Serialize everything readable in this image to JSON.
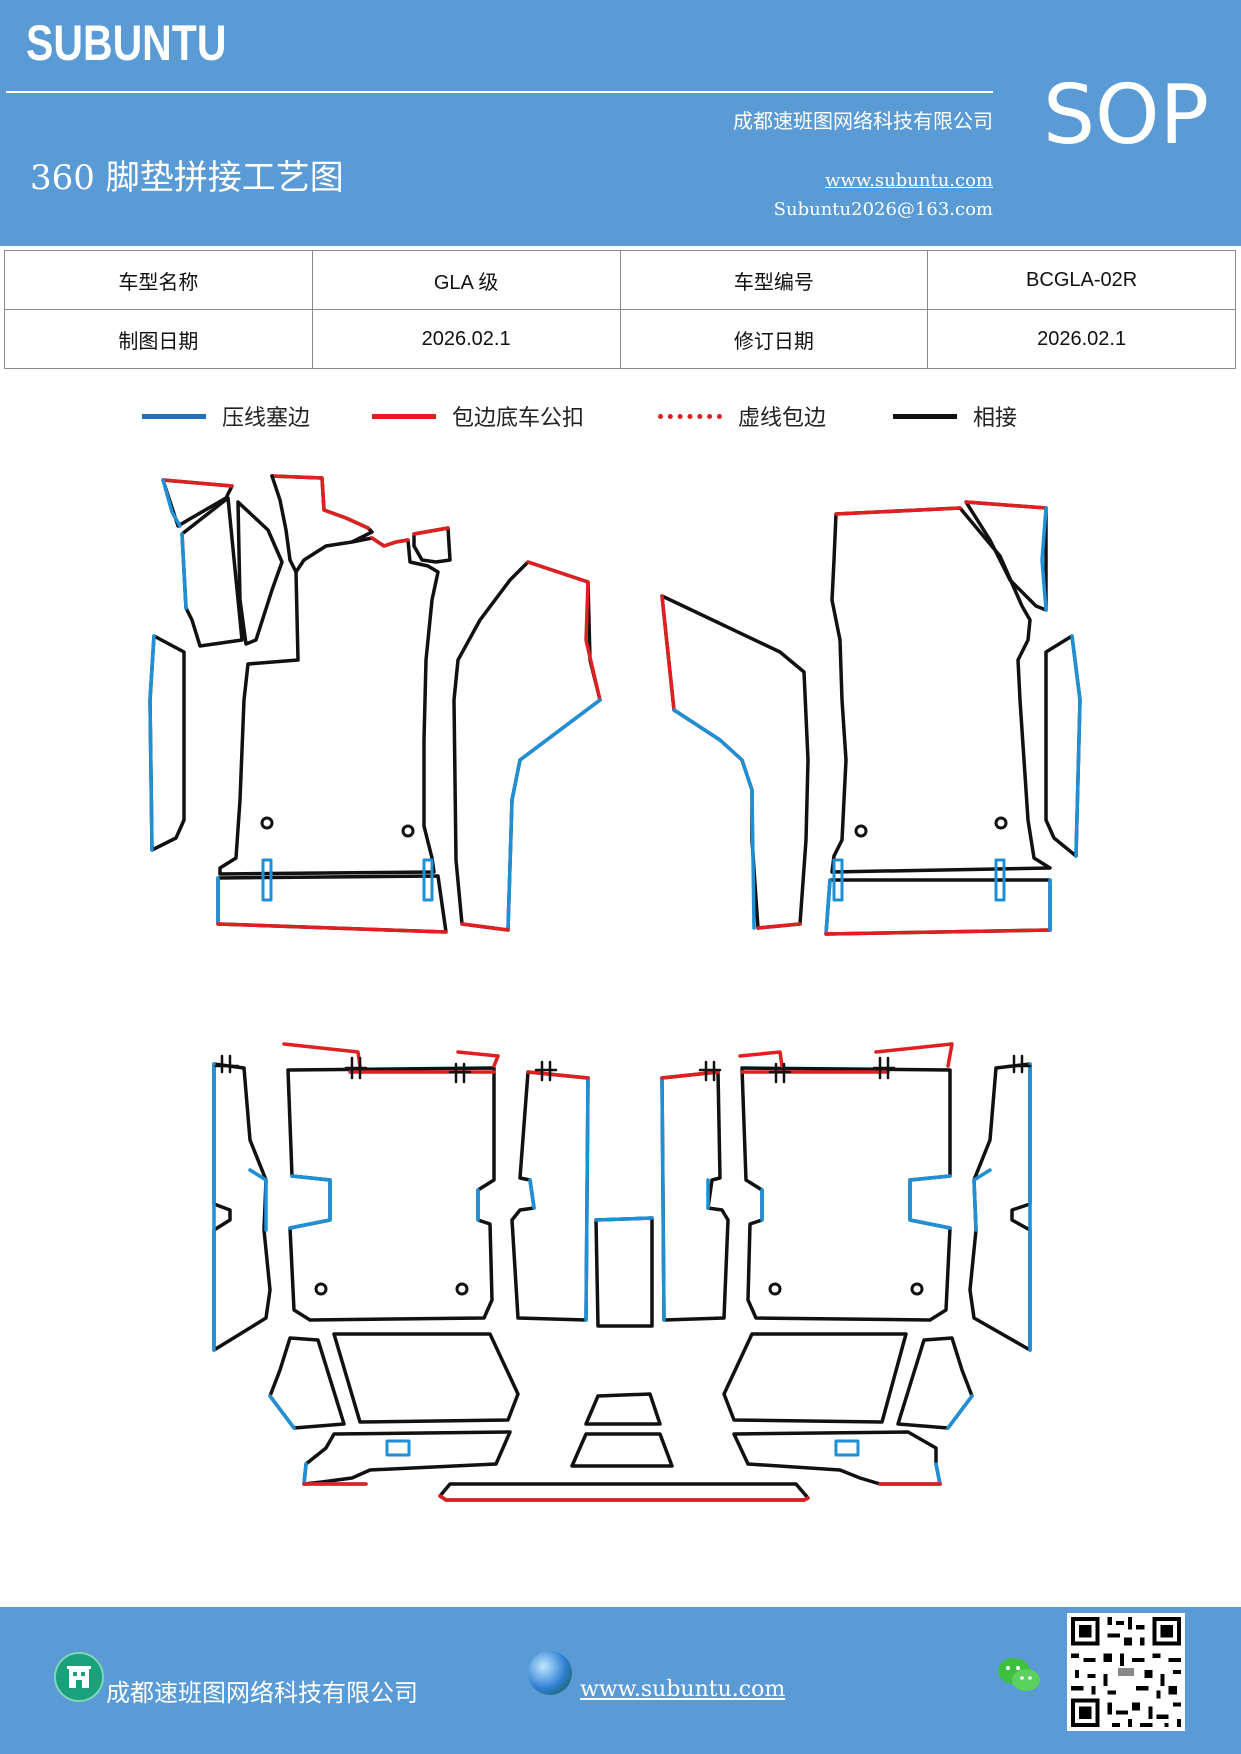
{
  "header": {
    "brand": "SUBUNTU",
    "company": "成都速班图网络科技有限公司",
    "title": "360 脚垫拼接工艺图",
    "website": "www.subuntu.com",
    "email": "Subuntu2026@163.com",
    "badge": "SOP"
  },
  "info": {
    "model_name_label": "车型名称",
    "model_name_value": "GLA 级",
    "model_code_label": "车型编号",
    "model_code_value": "BCGLA-02R",
    "draw_date_label": "制图日期",
    "draw_date_value": "2026.02.1",
    "revise_date_label": "修订日期",
    "revise_date_value": "2026.02.1"
  },
  "legend": [
    {
      "label": "压线塞边",
      "color": "#1f6fc0",
      "style": "solid"
    },
    {
      "label": "包边底车公扣",
      "color": "#e02020",
      "style": "solid"
    },
    {
      "label": "虚线包边",
      "color": "#e02020",
      "style": "dotted"
    },
    {
      "label": "相接",
      "color": "#111111",
      "style": "solid"
    }
  ],
  "colors": {
    "header_bg": "#5b9bd5",
    "blue_edge": "#1f8fd6",
    "red_edge": "#e02020",
    "black_edge": "#111111"
  },
  "footer": {
    "company": "成都速班图网络科技有限公司",
    "website": "www.subuntu.com",
    "icons": [
      "building-icon",
      "globe-icon",
      "wechat-icon",
      "qr-code"
    ]
  }
}
